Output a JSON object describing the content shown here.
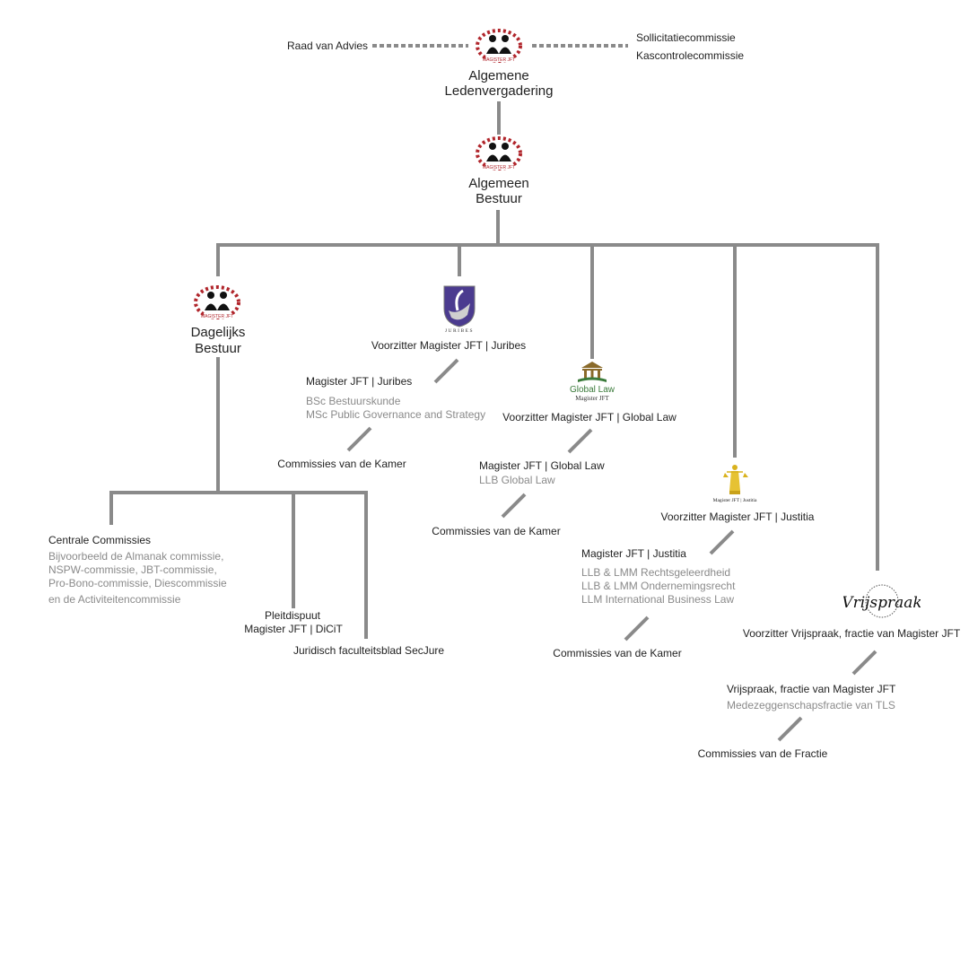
{
  "top": {
    "left_label": "Raad van Advies",
    "right_labels": [
      "Sollicitatiecommissie",
      "Kascontrolecommissie"
    ],
    "title_line1": "Algemene",
    "title_line2": "Ledenvergadering",
    "logo": "magister-jft-logo",
    "logo_text": "MAGISTER JFT"
  },
  "board": {
    "title_line1": "Algemeen",
    "title_line2": "Bestuur",
    "logo": "magister-jft-logo",
    "logo_text": "MAGISTER JFT"
  },
  "daily_board": {
    "title_line1": "Dagelijks",
    "title_line2": "Bestuur",
    "logo": "magister-jft-logo",
    "logo_text": "MAGISTER JFT",
    "central": {
      "title": "Centrale Commissies",
      "desc": [
        "Bijvoorbeeld de Almanak commissie,",
        "NSPW-commissie, JBT-commissie,",
        "Pro-Bono-commissie, Diescommissie",
        "en de Activiteitencommissie"
      ]
    },
    "pleit_line1": "Pleitdispuut",
    "pleit_line2": "Magister JFT | DiCiT",
    "secjure": "Juridisch faculteitsblad SecJure"
  },
  "juribes": {
    "logo": "juribes-logo",
    "logo_text": "JURIBES",
    "chair": "Voorzitter Magister JFT | Juribes",
    "name": "Magister JFT | Juribes",
    "programs": [
      "BSc Bestuurskunde",
      "MSc Public Governance and Strategy"
    ],
    "commissions": "Commissies van de Kamer"
  },
  "global_law": {
    "logo": "global-law-logo",
    "logo_text1": "Global Law",
    "logo_text2": "Magister JFT",
    "chair": "Voorzitter Magister JFT | Global Law",
    "name": "Magister JFT | Global Law",
    "programs": [
      "LLB Global Law"
    ],
    "commissions": "Commissies van de Kamer"
  },
  "justitia": {
    "logo": "justitia-logo",
    "logo_text": "Magister JFT | Justitia",
    "chair": "Voorzitter Magister JFT | Justitia",
    "name": "Magister JFT | Justitia",
    "programs": [
      "LLB & LMM Rechtsgeleerdheid",
      "LLB & LMM Ondernemingsrecht",
      "LLM International Business Law"
    ],
    "commissions": "Commissies van de Kamer"
  },
  "vrijspraak": {
    "logo": "vrijspraak-logo",
    "logo_text": "Vrijspraak",
    "chair": "Voorzitter Vrijspraak, fractie van Magister JFT",
    "name": "Vrijspraak, fractie van Magister JFT",
    "desc": "Medezeggenschapsfractie van TLS",
    "commissions": "Commissies van de Fractie"
  },
  "colors": {
    "line": "#8a8a8a",
    "logo_red": "#b0252b",
    "juribes_purple": "#4b3b8f",
    "globallaw_green": "#3a7a3a",
    "justitia_gold": "#d9b21e"
  }
}
